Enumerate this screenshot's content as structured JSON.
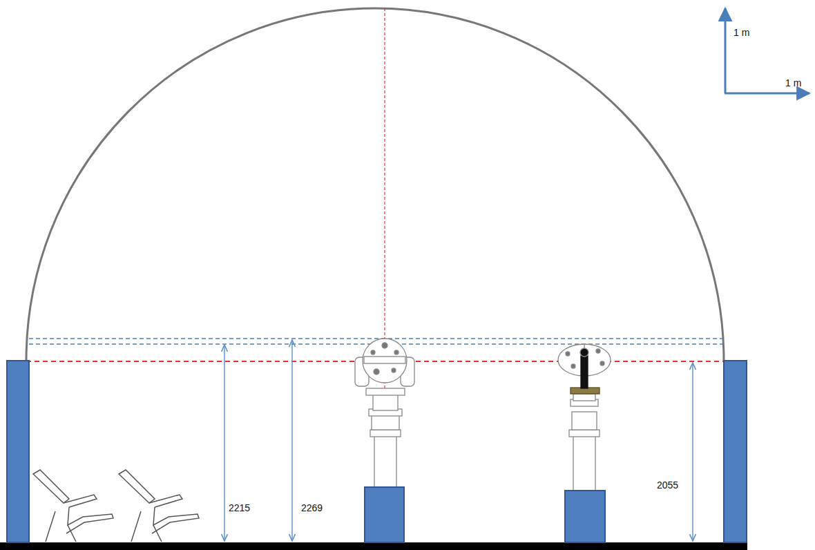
{
  "diagram": {
    "labels": [
      "1 m",
      "1 m",
      "2215",
      "2269",
      "2055"
    ]
  }
}
